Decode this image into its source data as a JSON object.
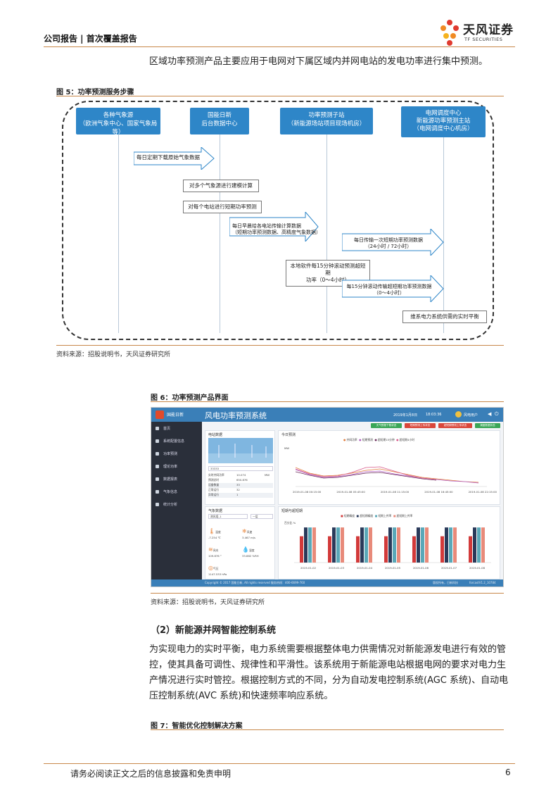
{
  "header": {
    "left": "公司报告 | 首次覆盖报告",
    "logo_cn": "天风证券",
    "logo_en": "TF SECURITIES"
  },
  "intro": "区域功率预测产品主要应用于电网对下属区域内并网电站的发电功率进行集中预测。",
  "fig5": {
    "title": "图 5：功率预测服务步骤",
    "columns": [
      "各种气象源\n（欧洲气象中心、国家气象局等）",
      "国能日新\n后台数据中心",
      "功率预测子站\n（新能源场站项目现场机房）",
      "电网调度中心\n新能源功率预测主站\n（电网调度中心机房）"
    ],
    "steps": [
      "每日定期下载原始气象数据",
      "对多个气象源进行建模计算",
      "对每个电站进行短期功率预测",
      "每日早晨给各电站传输计算数据\n（短期功率预测数据、高精度气象数据）",
      "每日传输一次短期功率预测数据\n（24小时 / 72小时）",
      "本地软件每15分钟滚动预测超短期\n功率（0～4小时）",
      "每15分钟滚动传输超短期功率预测数据\n（0～4小时）",
      "维系电力系统供需的实时平衡"
    ],
    "source": "资料来源：招股说明书，天风证券研究所"
  },
  "fig6": {
    "title": "图 6：功率预测产品界面",
    "app_logo": "国能日新",
    "app_title": "风电功率预测系统",
    "date": "2019年1月8日",
    "time": "18:03:36",
    "user": "风电用户",
    "sidebar": [
      "首页",
      "系统配置信息",
      "功率预测",
      "理论功率",
      "数据报表",
      "气象信息",
      "统计分析"
    ],
    "buttons": [
      "天气预报下载状态",
      "短期预测上传状态",
      "超短期预测上传状态",
      "调度数据状态"
    ],
    "panels": {
      "station": "电站数据",
      "forecast": "今日预测",
      "weather": "气象数据",
      "compare": "短期与超短期"
    },
    "forecast_legend": [
      "并网功率",
      "短期预测",
      "超短期15分钟",
      "超短期4小时"
    ],
    "forecast_unit": "MW",
    "forecast_x": [
      "2019-01-08 00:15:00",
      "2019-01-08 05:45:00",
      "2019-01-08 11:15:00",
      "2019-01-08 16:45:00",
      "2019-01-08 22:15:00"
    ],
    "station_fields": [
      {
        "k": "实时并网功率",
        "v": "10.074",
        "u": "MW"
      },
      {
        "k": "预测总时",
        "v": "650.876",
        "u": ""
      },
      {
        "k": "设备数量",
        "v": "33",
        "u": ""
      },
      {
        "k": "正常运行",
        "v": "32",
        "u": ""
      },
      {
        "k": "异常运行",
        "v": "1",
        "u": ""
      }
    ],
    "station_select": "33333",
    "weather_select_a": "测风塔_1",
    "weather_select_b": "一层",
    "weather_items": [
      {
        "name": "温度",
        "value": "-7.254 ℃"
      },
      {
        "name": "风速",
        "value": "3.467 m/s"
      },
      {
        "name": "风向",
        "value": "109.876 °"
      },
      {
        "name": "湿度",
        "value": "33.882 %RH"
      },
      {
        "name": "气压",
        "value": "1147.533 hPa"
      }
    ],
    "compare_legend": [
      "短期精度",
      "超短期精度",
      "短期上传率",
      "超短期上传率"
    ],
    "compare_axis": "百分比 %",
    "compare_x": [
      "2019-01-02",
      "2019-01-03",
      "2019-01-04",
      "2019-01-05",
      "2019-01-06",
      "2019-01-07",
      "2019-01-08"
    ],
    "footer_left": "Copyright © 2017 国能日新, All rights reserved 服务热线：400-6699-760",
    "footer_right": "版权所有，日新科技",
    "footer_ver": "forcastV1.2_10784",
    "source": "资料来源：招股说明书，天风证券研究所"
  },
  "section2": {
    "title": "（2）新能源并网智能控制系统",
    "para": "为实现电力的实时平衡，电力系统需要根据整体电力供需情况对新能源发电进行有效的管控，使其具备可调性、规律性和平滑性。该系统用于新能源电站根据电网的要求对电力生产情况进行实时管控。根据控制方式的不同，分为自动发电控制系统(AGC 系统)、自动电压控制系统(AVC 系统)和快速频率响应系统。"
  },
  "fig7": {
    "title": "图 7：智能优化控制解决方案"
  },
  "footer": {
    "disclaimer": "请务必阅读正文之后的信息披露和免责申明",
    "page": "6"
  },
  "colors": {
    "accent": "#c8884a",
    "flow_blue": "#2e86c8",
    "app_blue": "#3a7fb8"
  }
}
